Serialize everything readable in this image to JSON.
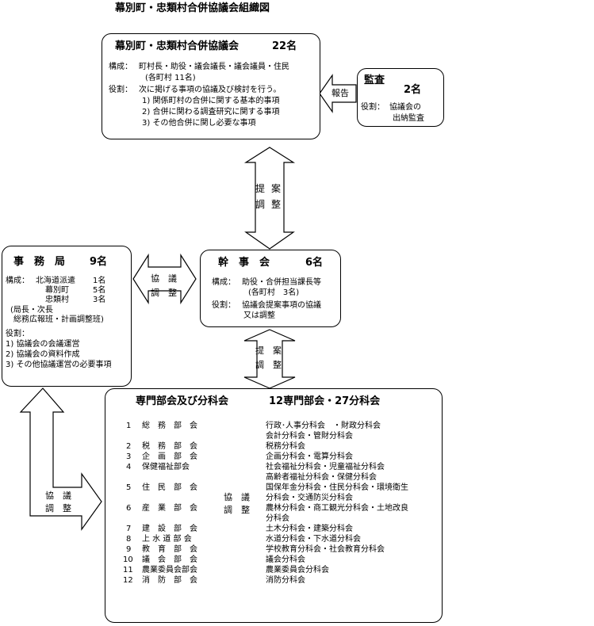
{
  "page_title": "幕別町・忠類村合併協議会組織図",
  "council": {
    "title": "幕別町・忠類村合併協議会",
    "count": "22名",
    "composition_label": "構成：",
    "composition": "町村長・助役・議会議長・議会議員・住民",
    "composition_note": "(各町村 11名)",
    "role_label": "役割：",
    "role": "次に掲げる事項の協議及び検討を行う。",
    "role_items": [
      "1) 関係町村の合併に関する基本的事項",
      "2) 合併に関わる調査研究に関する事項",
      "3) その他合併に関し必要な事項"
    ]
  },
  "audit": {
    "title": "監査",
    "count": "2名",
    "role_label": "役割：",
    "role_line1": "協議会の",
    "role_line2": "出納監査"
  },
  "arrow_report": "報告",
  "arrow_teian1": {
    "col1": [
      "提",
      "調"
    ],
    "col2": [
      "案",
      "整"
    ]
  },
  "secretariat": {
    "title": "事　務　局",
    "count": "9名",
    "composition_label": "構成：",
    "members": [
      {
        "name": "北海道派遣",
        "count": "1名"
      },
      {
        "name": "幕別町",
        "count": "5名"
      },
      {
        "name": "忠類村",
        "count": "3名"
      }
    ],
    "note1": "(局長・次長",
    "note2": "総務広報班・計画調整班)",
    "role_label": "役割：",
    "role_items": [
      "1) 協議会の会議運営",
      "2) 協議会の資料作成",
      "3) その他協議運営の必要事項"
    ]
  },
  "arrow_kyogi_left": {
    "line1": "協　議",
    "line2": "調　整"
  },
  "executive": {
    "title": "幹　事　会",
    "count": "6名",
    "composition_label": "構成：",
    "composition": "助役・合併担当課長等",
    "composition_note": "(各町村　3名)",
    "role_label": "役割：",
    "role": "協議会提案事項の協議",
    "role_line2": "又は調整"
  },
  "arrow_teian2": {
    "line1": "提　案",
    "line2": "調　整"
  },
  "arrow_kyogi_bottom": {
    "line1": "協　議",
    "line2": "調　整"
  },
  "arrow_kyogi_mid": {
    "col1": [
      "協",
      "調"
    ],
    "col2": [
      "議",
      "整"
    ]
  },
  "committees": {
    "title": "専門部会及び分科会",
    "summary": "12専門部会・27分科会",
    "departments": [
      {
        "no": "1",
        "name": "総　務　部　会"
      },
      {
        "no": "2",
        "name": "税　務　部　会"
      },
      {
        "no": "3",
        "name": "企　画　部　会"
      },
      {
        "no": "4",
        "name": "保健福祉部会"
      },
      {
        "no": "5",
        "name": "住　民　部　会"
      },
      {
        "no": "6",
        "name": "産　業　部　会"
      },
      {
        "no": "7",
        "name": "建　設　部　会"
      },
      {
        "no": "8",
        "name": "上 水 道 部 会"
      },
      {
        "no": "9",
        "name": "教　育　部　会"
      },
      {
        "no": "10",
        "name": "議　会　部　会"
      },
      {
        "no": "11",
        "name": "農業委員会部会"
      },
      {
        "no": "12",
        "name": "消　防　部　会"
      }
    ],
    "subcommittees": [
      "行政･人事分科会　・財政分科会",
      "会計分科会・管財分科会",
      "税務分科会",
      "企画分科会・電算分科会",
      "社会福祉分科会・児童福祉分科会",
      "高齢者福祉分科会・保健分科会",
      "国保年金分科会・住民分科会・環境衛生",
      "分科会・交通防災分科会",
      "農林分科会・商工観光分科会・土地改良",
      "分科会",
      "土木分科会・建築分科会",
      "水道分科会・下水道分科会",
      "学校教育分科会・社会教育分科会",
      "議会分科会",
      "農業委員会分科会",
      "消防分科会"
    ]
  }
}
